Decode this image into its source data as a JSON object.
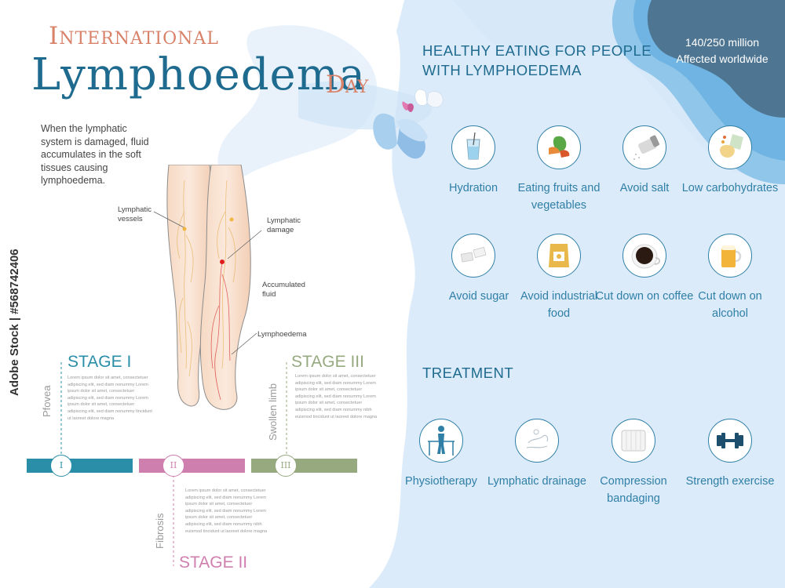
{
  "title": {
    "line1": "International",
    "line2": "Lymphoedema",
    "line3": "Day"
  },
  "intro": "When the lymphatic system is damaged, fluid accumulates in the soft tissues causing lymphoedema.",
  "leg_labels": {
    "vessels": "Lymphatic vessels",
    "damage": "Lymphatic damage",
    "fluid": "Accumulated fluid",
    "lymphoedema": "Lymphoedema"
  },
  "stages": [
    {
      "title": "STAGE I",
      "roman": "I",
      "side": "Pfovea",
      "color": "#2a8ea8",
      "text": "Lorem ipsum dolor sit amet, consectetuer adipiscing elit, sed diam nonummy Lorem ipsum dolor sit amet, consectetuer adipiscing elit, sed diam nonummy Lorem ipsum dolor sit amet, consectetuer adipiscing elit, sed diam nonummy tincidunt ut laoreet dolore magna"
    },
    {
      "title": "STAGE II",
      "roman": "II",
      "side": "Fibrosis",
      "color": "#cf7fae",
      "text": "Lorem ipsum dolor sit amet, consectetuer adipiscing elit, sed diam nonummy Lorem ipsum dolor sit amet, consectetuer adipiscing elit, sed diam nonummy Lorem ipsum dolor sit amet, consectetuer adipiscing elit, sed diam nonummy nibh euismod tincidunt ut laoreet dolore magna"
    },
    {
      "title": "STAGE III",
      "roman": "III",
      "side": "Swollen limb",
      "color": "#96a97f",
      "text": "Lorem ipsum dolor sit amet, consectetuer adipiscing elit, sed diam nonummy Lorem ipsum dolor sit amet, consectetuer adipiscing elit, sed diam nonummy Lorem ipsum dolor sit amet, consectetuer adipiscing elit, sed diam nonummy nibh euismod tincidunt ut laoreet dolore magna"
    }
  ],
  "healthy": {
    "heading": "HEALTHY EATING FOR PEOPLE WITH LYMPHOEDEMA",
    "items": [
      {
        "label": "Hydration",
        "icon": "water-glass-icon"
      },
      {
        "label": "Eating fruits and vegetables",
        "icon": "fruits-vegetables-icon"
      },
      {
        "label": "Avoid salt",
        "icon": "salt-shaker-icon"
      },
      {
        "label": "Low carbohydrates",
        "icon": "carbohydrates-icon"
      },
      {
        "label": "Avoid sugar",
        "icon": "sugar-cubes-icon"
      },
      {
        "label": "Avoid industrial food",
        "icon": "snack-bag-icon"
      },
      {
        "label": "Cut down on coffee",
        "icon": "coffee-cup-icon"
      },
      {
        "label": "Cut down on alcohol",
        "icon": "beer-mug-icon"
      }
    ]
  },
  "treatment": {
    "heading": "TREATMENT",
    "items": [
      {
        "label": "Physiotherapy",
        "icon": "physiotherapy-icon"
      },
      {
        "label": "Lymphatic drainage",
        "icon": "lymphatic-drainage-icon"
      },
      {
        "label": "Compression bandaging",
        "icon": "compression-bandage-icon"
      },
      {
        "label": "Strength exercise",
        "icon": "dumbbell-icon"
      }
    ]
  },
  "stat": {
    "value": "140/250 million",
    "caption": "Affected worldwide"
  },
  "stock_id": "Adobe Stock | #568742406",
  "colors": {
    "primary": "#1e6b8f",
    "accent": "#d9826a",
    "light_blue": "#dcebfa",
    "dark_blob": "#4e7692"
  }
}
